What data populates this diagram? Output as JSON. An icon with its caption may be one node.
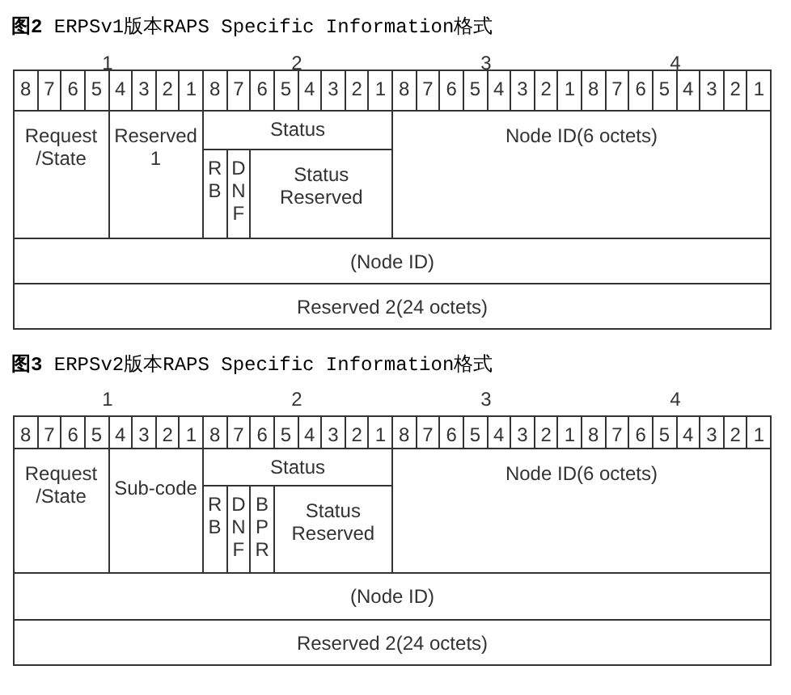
{
  "diagram": {
    "nodes": [
      {
        "text": [
          "Request /State"
        ]
      },
      {
        "text": [
          "Reserved 1"
        ]
      },
      {
        "text": [
          "Status"
        ]
      },
      {
        "text": [
          "RB"
        ]
      },
      {
        "text": [
          "DNF"
        ]
      },
      {
        "text": [
          "Status Reserved"
        ]
      },
      {
        "text": [
          "Node ID(6 octets)"
        ]
      },
      {
        "text": [
          "(Node ID)"
        ]
      },
      {
        "text": [
          "Reserved 2(24 octets)"
        ]
      },
      {
        "text": [
          "Request /State"
        ]
      },
      {
        "text": [
          "Sub-code"
        ]
      },
      {
        "text": [
          "Status"
        ]
      },
      {
        "text": [
          "RB"
        ]
      },
      {
        "text": [
          "DNF"
        ]
      },
      {
        "text": [
          "BPR"
        ]
      },
      {
        "text": [
          "Status Reserved"
        ]
      },
      {
        "text": [
          "Node ID(6 octets)"
        ]
      },
      {
        "text": [
          "(Node ID)"
        ]
      },
      {
        "text": [
          "Reserved 2(24 octets)"
        ]
      }
    ],
    "labels": [
      "**图2** ERPSv1版本RAPS Specific Information格式",
      "1",
      "2",
      "3",
      "4",
      "8",
      "7",
      "6",
      "5",
      "4",
      "3",
      "2",
      "1",
      "8",
      "7",
      "6",
      "5",
      "4",
      "3",
      "2",
      "1",
      "8",
      "7",
      "6",
      "5",
      "4",
      "3",
      "2",
      "1",
      "8",
      "7",
      "6",
      "5",
      "4",
      "3",
      "2",
      "1",
      "**图3** ERPSv2版本RAPS Specific Information格式",
      "1",
      "2",
      "3",
      "4",
      "8",
      "7",
      "6",
      "5",
      "4",
      "3",
      "2",
      "1",
      "8",
      "7",
      "6",
      "5",
      "4",
      "3",
      "2",
      "1",
      "8",
      "7",
      "6",
      "5",
      "4",
      "3",
      "2",
      "1",
      "8",
      "7",
      "6",
      "5",
      "4",
      "3",
      "2",
      "1"
    ]
  }
}
